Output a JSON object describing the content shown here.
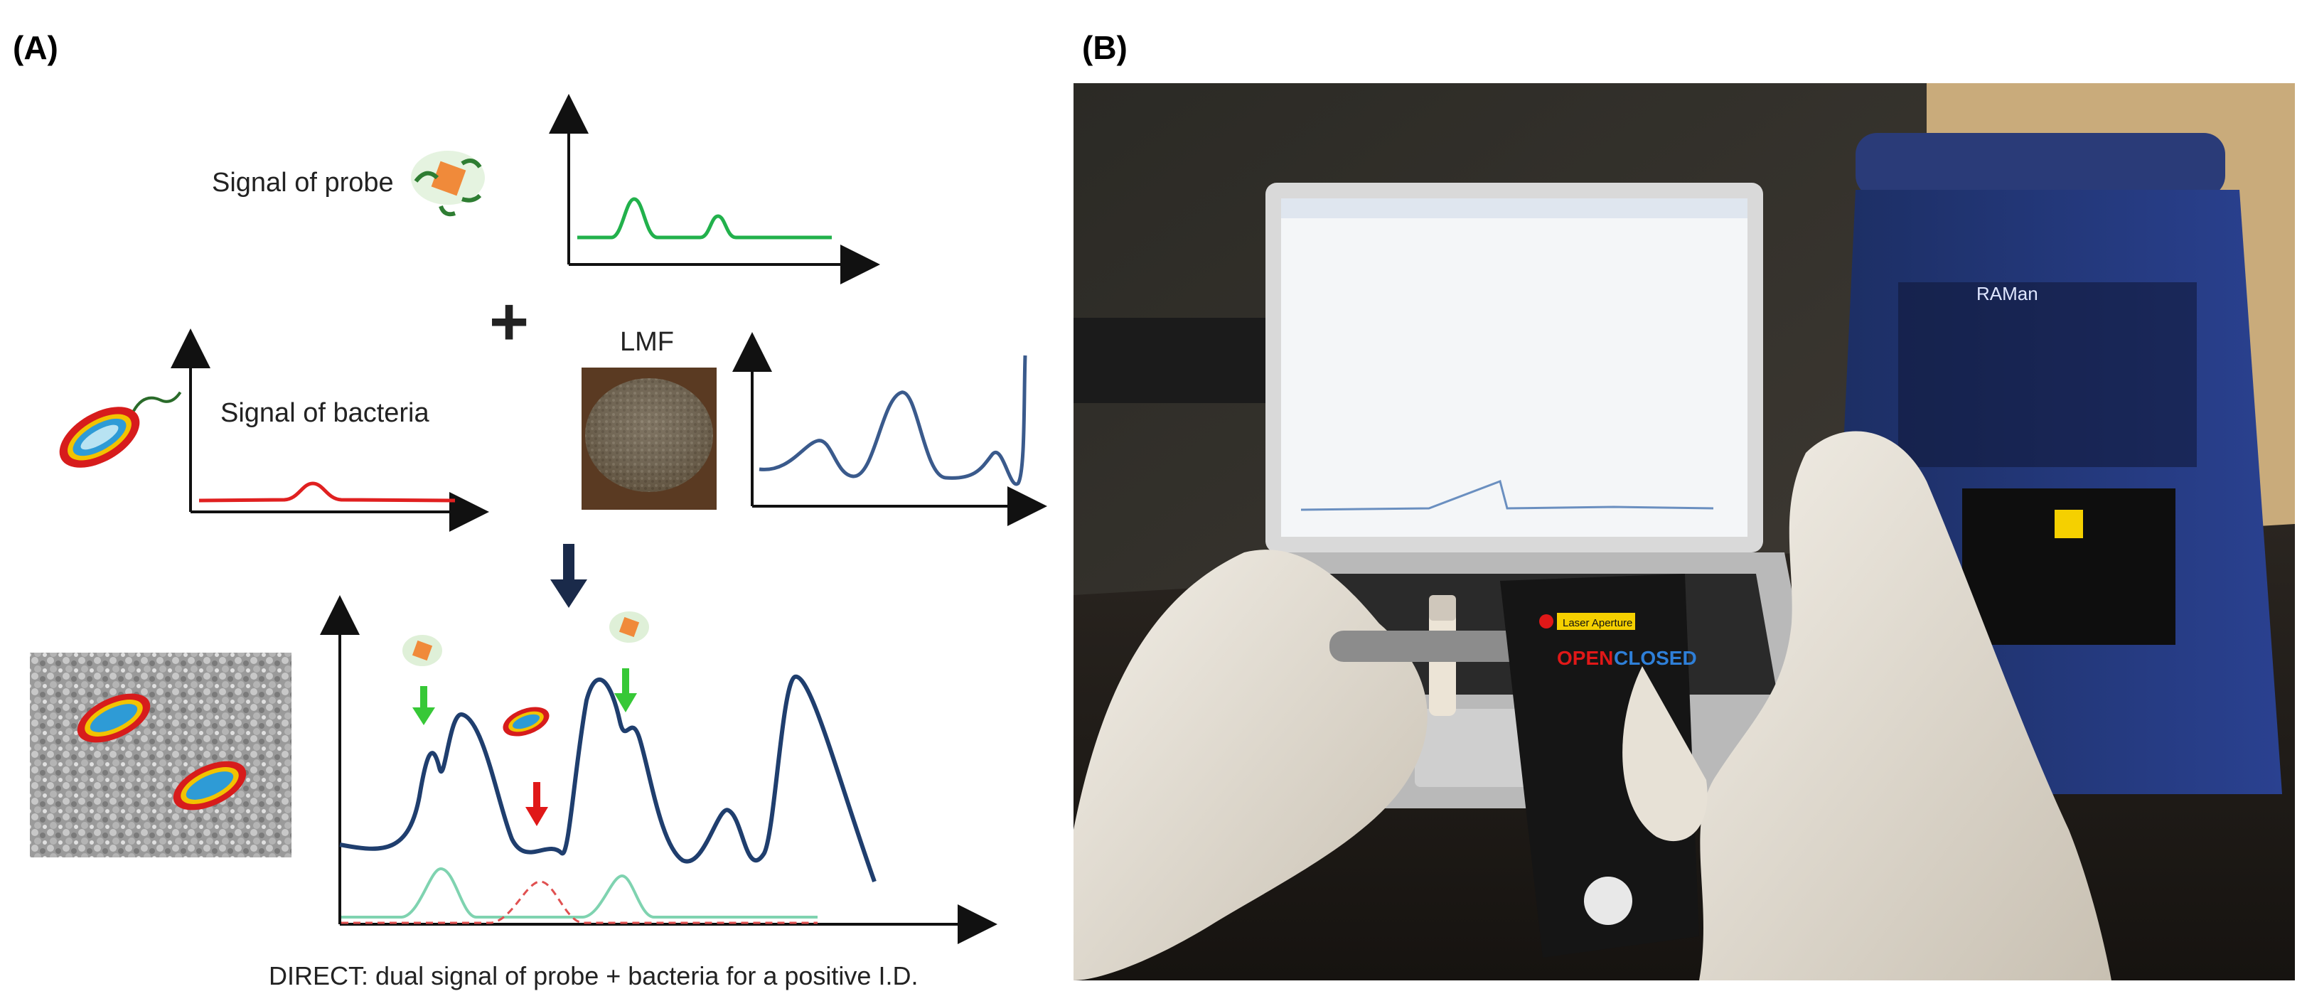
{
  "panels": {
    "a_label": "(A)",
    "b_label": "(B)"
  },
  "panel_a": {
    "probe_label": "Signal of probe",
    "bacteria_label": "Signal of bacteria",
    "lmf_label": "LMF",
    "plus_symbol": "+",
    "caption": "DIRECT: dual signal of probe + bacteria for a positive I.D."
  },
  "panel_b": {
    "laser_tag": "Laser Aperture",
    "open_text": "OPEN",
    "closed_text": "CLOSED",
    "device_brand": "RAMan"
  },
  "colors": {
    "probe_signal": "#22b14c",
    "bacteria_signal": "#e02020",
    "lmf_signal": "#3a5a8c",
    "combined_signal": "#1f3e6e",
    "probe_component": "#7fd3b0",
    "bacteria_component": "#e05050",
    "arrow_down_main": "#1a2a4a",
    "arrow_green": "#37c837",
    "arrow_red": "#e01818"
  }
}
